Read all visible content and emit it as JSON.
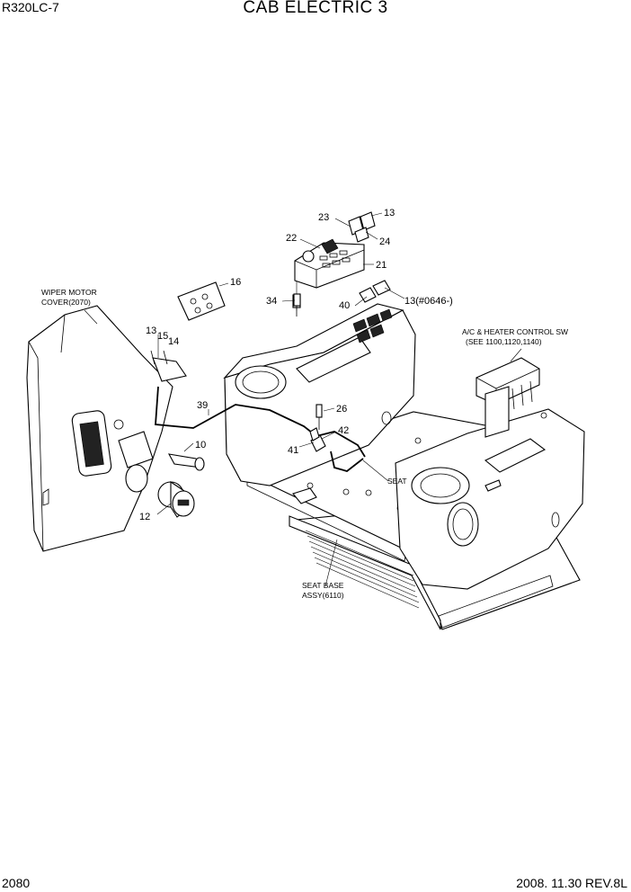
{
  "header": {
    "model": "R320LC-7",
    "title": "CAB ELECTRIC 3"
  },
  "footer": {
    "page": "2080",
    "date_rev": "2008. 11.30  REV.8L"
  },
  "callouts": {
    "c13_top": "13",
    "c23": "23",
    "c24": "24",
    "c22": "22",
    "c21": "21",
    "c16": "16",
    "c34": "34",
    "c40": "40",
    "c13_serial": "13(#0646-)",
    "c13_left": "13",
    "c15": "15",
    "c14": "14",
    "c39": "39",
    "c26": "26",
    "c42": "42",
    "c41": "41",
    "c10": "10",
    "c12": "12"
  },
  "notes": {
    "wiper_line1": "WIPER MOTOR",
    "wiper_line2": "COVER(2070)",
    "ac_line1": "A/C & HEATER CONTROL SW",
    "ac_line2": "(SEE 1100,1120,1140)",
    "seat": "SEAT",
    "seat_base_line1": "SEAT BASE",
    "seat_base_line2": "ASSY(6110)"
  }
}
